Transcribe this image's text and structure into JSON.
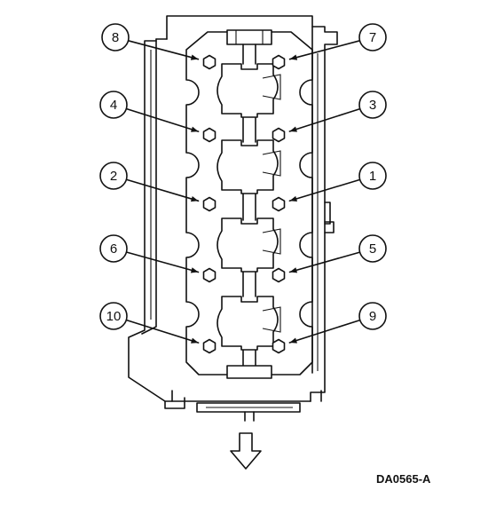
{
  "figure": {
    "reference_code": "DA0565-A",
    "direction_indicator": "arrow-down-icon",
    "bolts": [
      {
        "id": "bolt-8",
        "label": "8"
      },
      {
        "id": "bolt-7",
        "label": "7"
      },
      {
        "id": "bolt-4",
        "label": "4"
      },
      {
        "id": "bolt-3",
        "label": "3"
      },
      {
        "id": "bolt-2",
        "label": "2"
      },
      {
        "id": "bolt-1",
        "label": "1"
      },
      {
        "id": "bolt-6",
        "label": "6"
      },
      {
        "id": "bolt-5",
        "label": "5"
      },
      {
        "id": "bolt-10",
        "label": "10"
      },
      {
        "id": "bolt-9",
        "label": "9"
      }
    ]
  }
}
